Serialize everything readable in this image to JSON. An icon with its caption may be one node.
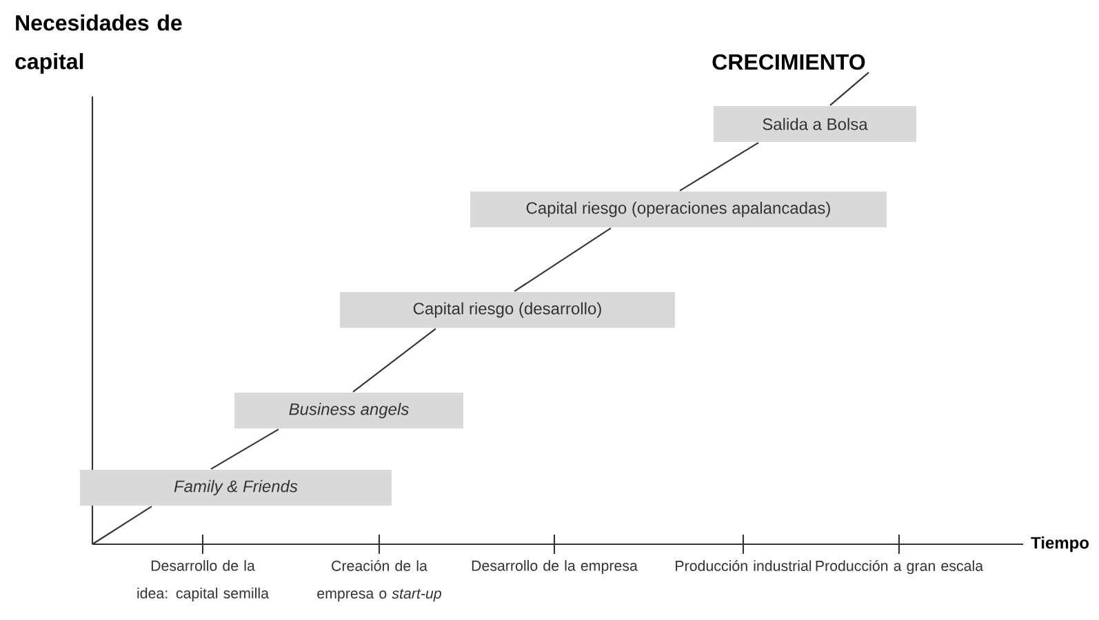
{
  "diagram": {
    "nodes": [
      {
        "text": [
          "Family & Friends"
        ]
      },
      {
        "text": [
          "Business angels"
        ]
      },
      {
        "text": [
          "Capital riesgo (desarrollo)"
        ]
      },
      {
        "text": [
          "Capital riesgo (operaciones apalancadas)"
        ]
      },
      {
        "text": [
          "Salida a Bolsa"
        ]
      },
      {
        "text": [
          "CRECIMIENTO"
        ]
      }
    ],
    "edges": [
      {
        "from": null,
        "to": 0,
        "arrow": "none"
      },
      {
        "from": 0,
        "to": 1,
        "arrow": "none"
      },
      {
        "from": 1,
        "to": 2,
        "arrow": "none"
      },
      {
        "from": 2,
        "to": 3,
        "arrow": "none"
      },
      {
        "from": 3,
        "to": 4,
        "arrow": "none"
      },
      {
        "from": 4,
        "to": 5,
        "arrow": "none"
      }
    ],
    "labels": [
      "Necesidades de capital",
      "Desarrollo de la idea: capital semilla",
      "Creación de la empresa o *start-up*",
      "Desarrollo de la empresa",
      "Producción industrial",
      "Producción a gran escala",
      "Tiempo"
    ]
  }
}
